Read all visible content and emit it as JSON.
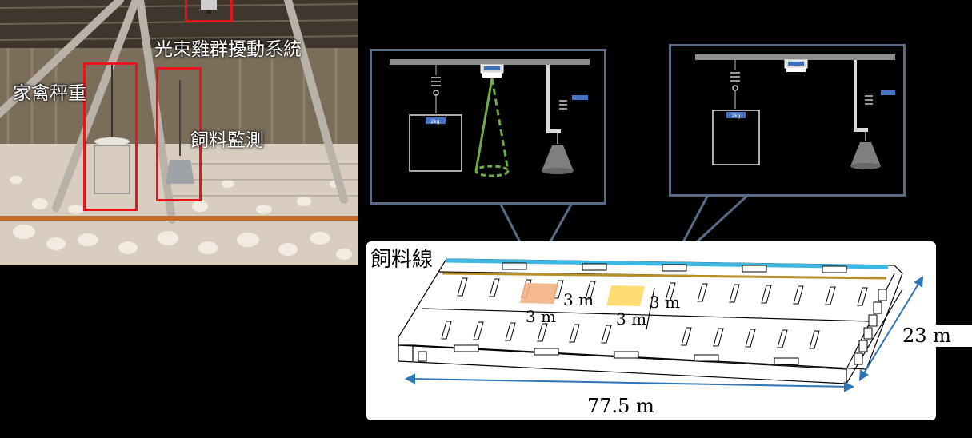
{
  "photo_labels": {
    "light_beam": "光束雞群擾動系統",
    "poultry_weighing": "家禽秤重",
    "feed_monitoring": "飼料監測"
  },
  "farm": {
    "feed_line": "飼料線",
    "zone1_w": "3 m",
    "zone1_h": "3 m",
    "zone2_w": "3 m",
    "zone2_h": "3 m",
    "length": "77.5 m",
    "width": "23 m"
  },
  "colors": {
    "red_box": "#e4161b",
    "feed_pipe_blue": "#3db7e4",
    "feed_line_gold": "#b8902a",
    "zone1": "#f4b183",
    "zone2": "#ffd966",
    "laser_green": "#70ad47",
    "dimension_arrow": "#2e75b6"
  },
  "panel_labels": {
    "scale_tag_left": "2kg",
    "scale_tag_right": "2kg"
  }
}
